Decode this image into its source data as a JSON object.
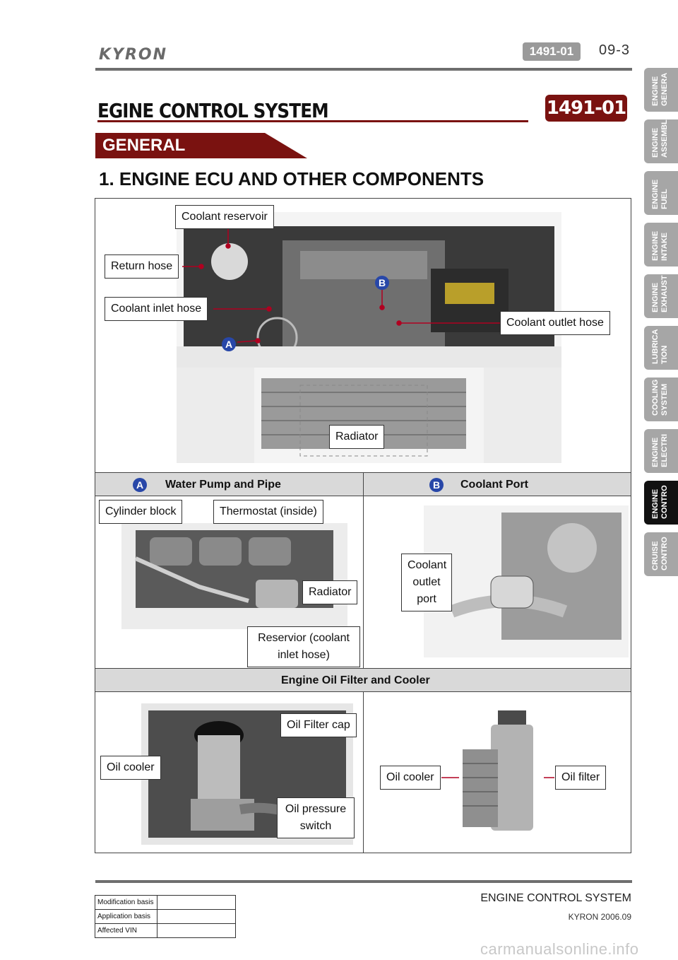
{
  "header": {
    "logo_text": "KYRON",
    "code_badge": "1491-01",
    "page_number": "09-3"
  },
  "title": {
    "text": "EGINE CONTROL SYSTEM",
    "badge": "1491-01"
  },
  "section": {
    "banner": "GENERAL",
    "heading": "1. ENGINE ECU AND OTHER COMPONENTS"
  },
  "engine_callouts": {
    "coolant_reservoir": "Coolant reservoir",
    "return_hose": "Return hose",
    "coolant_inlet_hose": "Coolant inlet hose",
    "coolant_outlet_hose": "Coolant outlet hose",
    "radiator": "Radiator",
    "marker_a": "A",
    "marker_b": "B"
  },
  "row1": {
    "left_marker": "A",
    "left_heading": "Water Pump and Pipe",
    "right_marker": "B",
    "right_heading": "Coolant Port",
    "cylinder_block": "Cylinder block",
    "thermostat": "Thermostat (inside)",
    "radiator": "Radiator",
    "reservoir": "Reservior (coolant inlet hose)",
    "coolant_outlet_port": "Coolant outlet port"
  },
  "row2": {
    "heading": "Engine Oil Filter and Cooler",
    "oil_filter_cap": "Oil Filter cap",
    "oil_cooler_left": "Oil cooler",
    "oil_pressure_switch": "Oil pressure switch",
    "oil_cooler_right": "Oil cooler",
    "oil_filter": "Oil filter"
  },
  "side_tabs": [
    {
      "label": "ENGINE GENERA",
      "active": false
    },
    {
      "label": "ENGINE ASSEMBL",
      "active": false
    },
    {
      "label": "ENGINE FUEL",
      "active": false
    },
    {
      "label": "ENGINE INTAKE",
      "active": false
    },
    {
      "label": "ENGINE EXHAUST",
      "active": false
    },
    {
      "label": "LUBRICA TION",
      "active": false
    },
    {
      "label": "COOLING SYSTEM",
      "active": false
    },
    {
      "label": "ENGINE ELECTRI",
      "active": false
    },
    {
      "label": "ENGINE CONTRO",
      "active": true
    },
    {
      "label": "CRUISE CONTRO",
      "active": false
    }
  ],
  "footer": {
    "title": "ENGINE CONTROL SYSTEM",
    "subtitle": "KYRON 2006.09",
    "table": [
      {
        "label": "Modification basis",
        "value": ""
      },
      {
        "label": "Application basis",
        "value": ""
      },
      {
        "label": "Affected VIN",
        "value": ""
      }
    ],
    "watermark": "carmanualsonline.info"
  },
  "colors": {
    "brand_red": "#7a1210",
    "marker_blue": "#2847a8",
    "tab_gray": "#a6a6a6",
    "tab_active": "#111111"
  }
}
